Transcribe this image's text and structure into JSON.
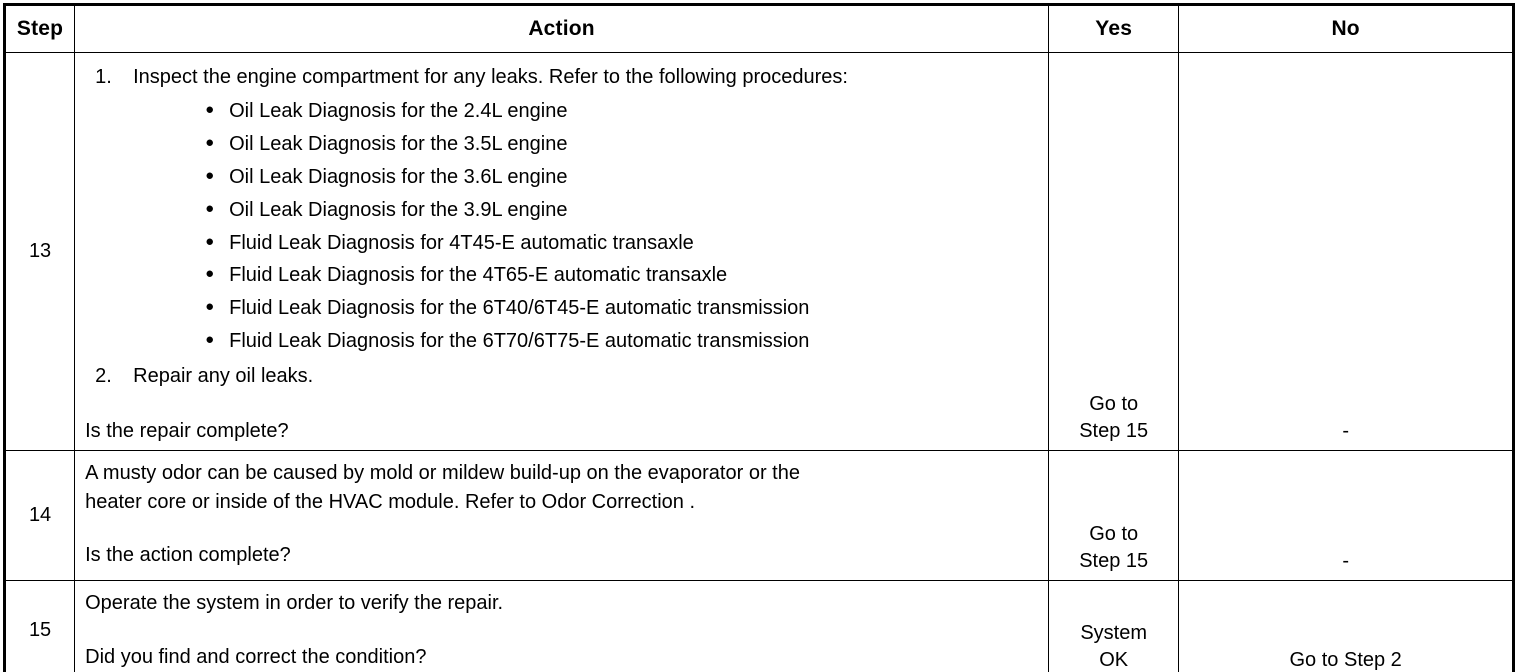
{
  "table": {
    "headers": {
      "step": "Step",
      "action": "Action",
      "yes": "Yes",
      "no": "No"
    },
    "rows": [
      {
        "step": "13",
        "action": {
          "numbered": [
            {
              "marker": "1.",
              "text": "Inspect the engine compartment for any leaks. Refer to the following procedures:",
              "bullets": [
                "Oil Leak Diagnosis for the 2.4L engine",
                "Oil Leak Diagnosis for the 3.5L engine",
                "Oil Leak Diagnosis for the 3.6L engine",
                "Oil Leak Diagnosis for the 3.9L engine",
                "Fluid Leak Diagnosis for 4T45-E automatic transaxle",
                "Fluid Leak Diagnosis for the 4T65-E automatic transaxle",
                "Fluid Leak Diagnosis for the 6T40/6T45-E automatic transmission",
                "Fluid Leak Diagnosis for the 6T70/6T75-E automatic transmission"
              ]
            },
            {
              "marker": "2.",
              "text": "Repair any oil leaks.",
              "bullets": []
            }
          ],
          "question": "Is the repair complete?"
        },
        "yes_line1": "Go to",
        "yes_line2": "Step 15",
        "no_line1": "-",
        "no_line2": ""
      },
      {
        "step": "14",
        "action": {
          "paragraph_line1": "A musty odor can be caused by mold or mildew build-up on the evaporator or the",
          "paragraph_line2": "heater core or inside of the HVAC module. Refer to Odor Correction .",
          "question": "Is the action complete?"
        },
        "yes_line1": "Go to",
        "yes_line2": "Step 15",
        "no_line1": "-",
        "no_line2": ""
      },
      {
        "step": "15",
        "action": {
          "paragraph_line1": "Operate the system in order to verify the repair.",
          "question": "Did you find and correct the condition?"
        },
        "yes_line1": "System",
        "yes_line2": "OK",
        "no_line1": "Go to Step 2",
        "no_line2": ""
      }
    ]
  },
  "icons": {
    "bullet": "●"
  },
  "colors": {
    "border": "#000000",
    "text": "#000000",
    "background": "#ffffff"
  }
}
